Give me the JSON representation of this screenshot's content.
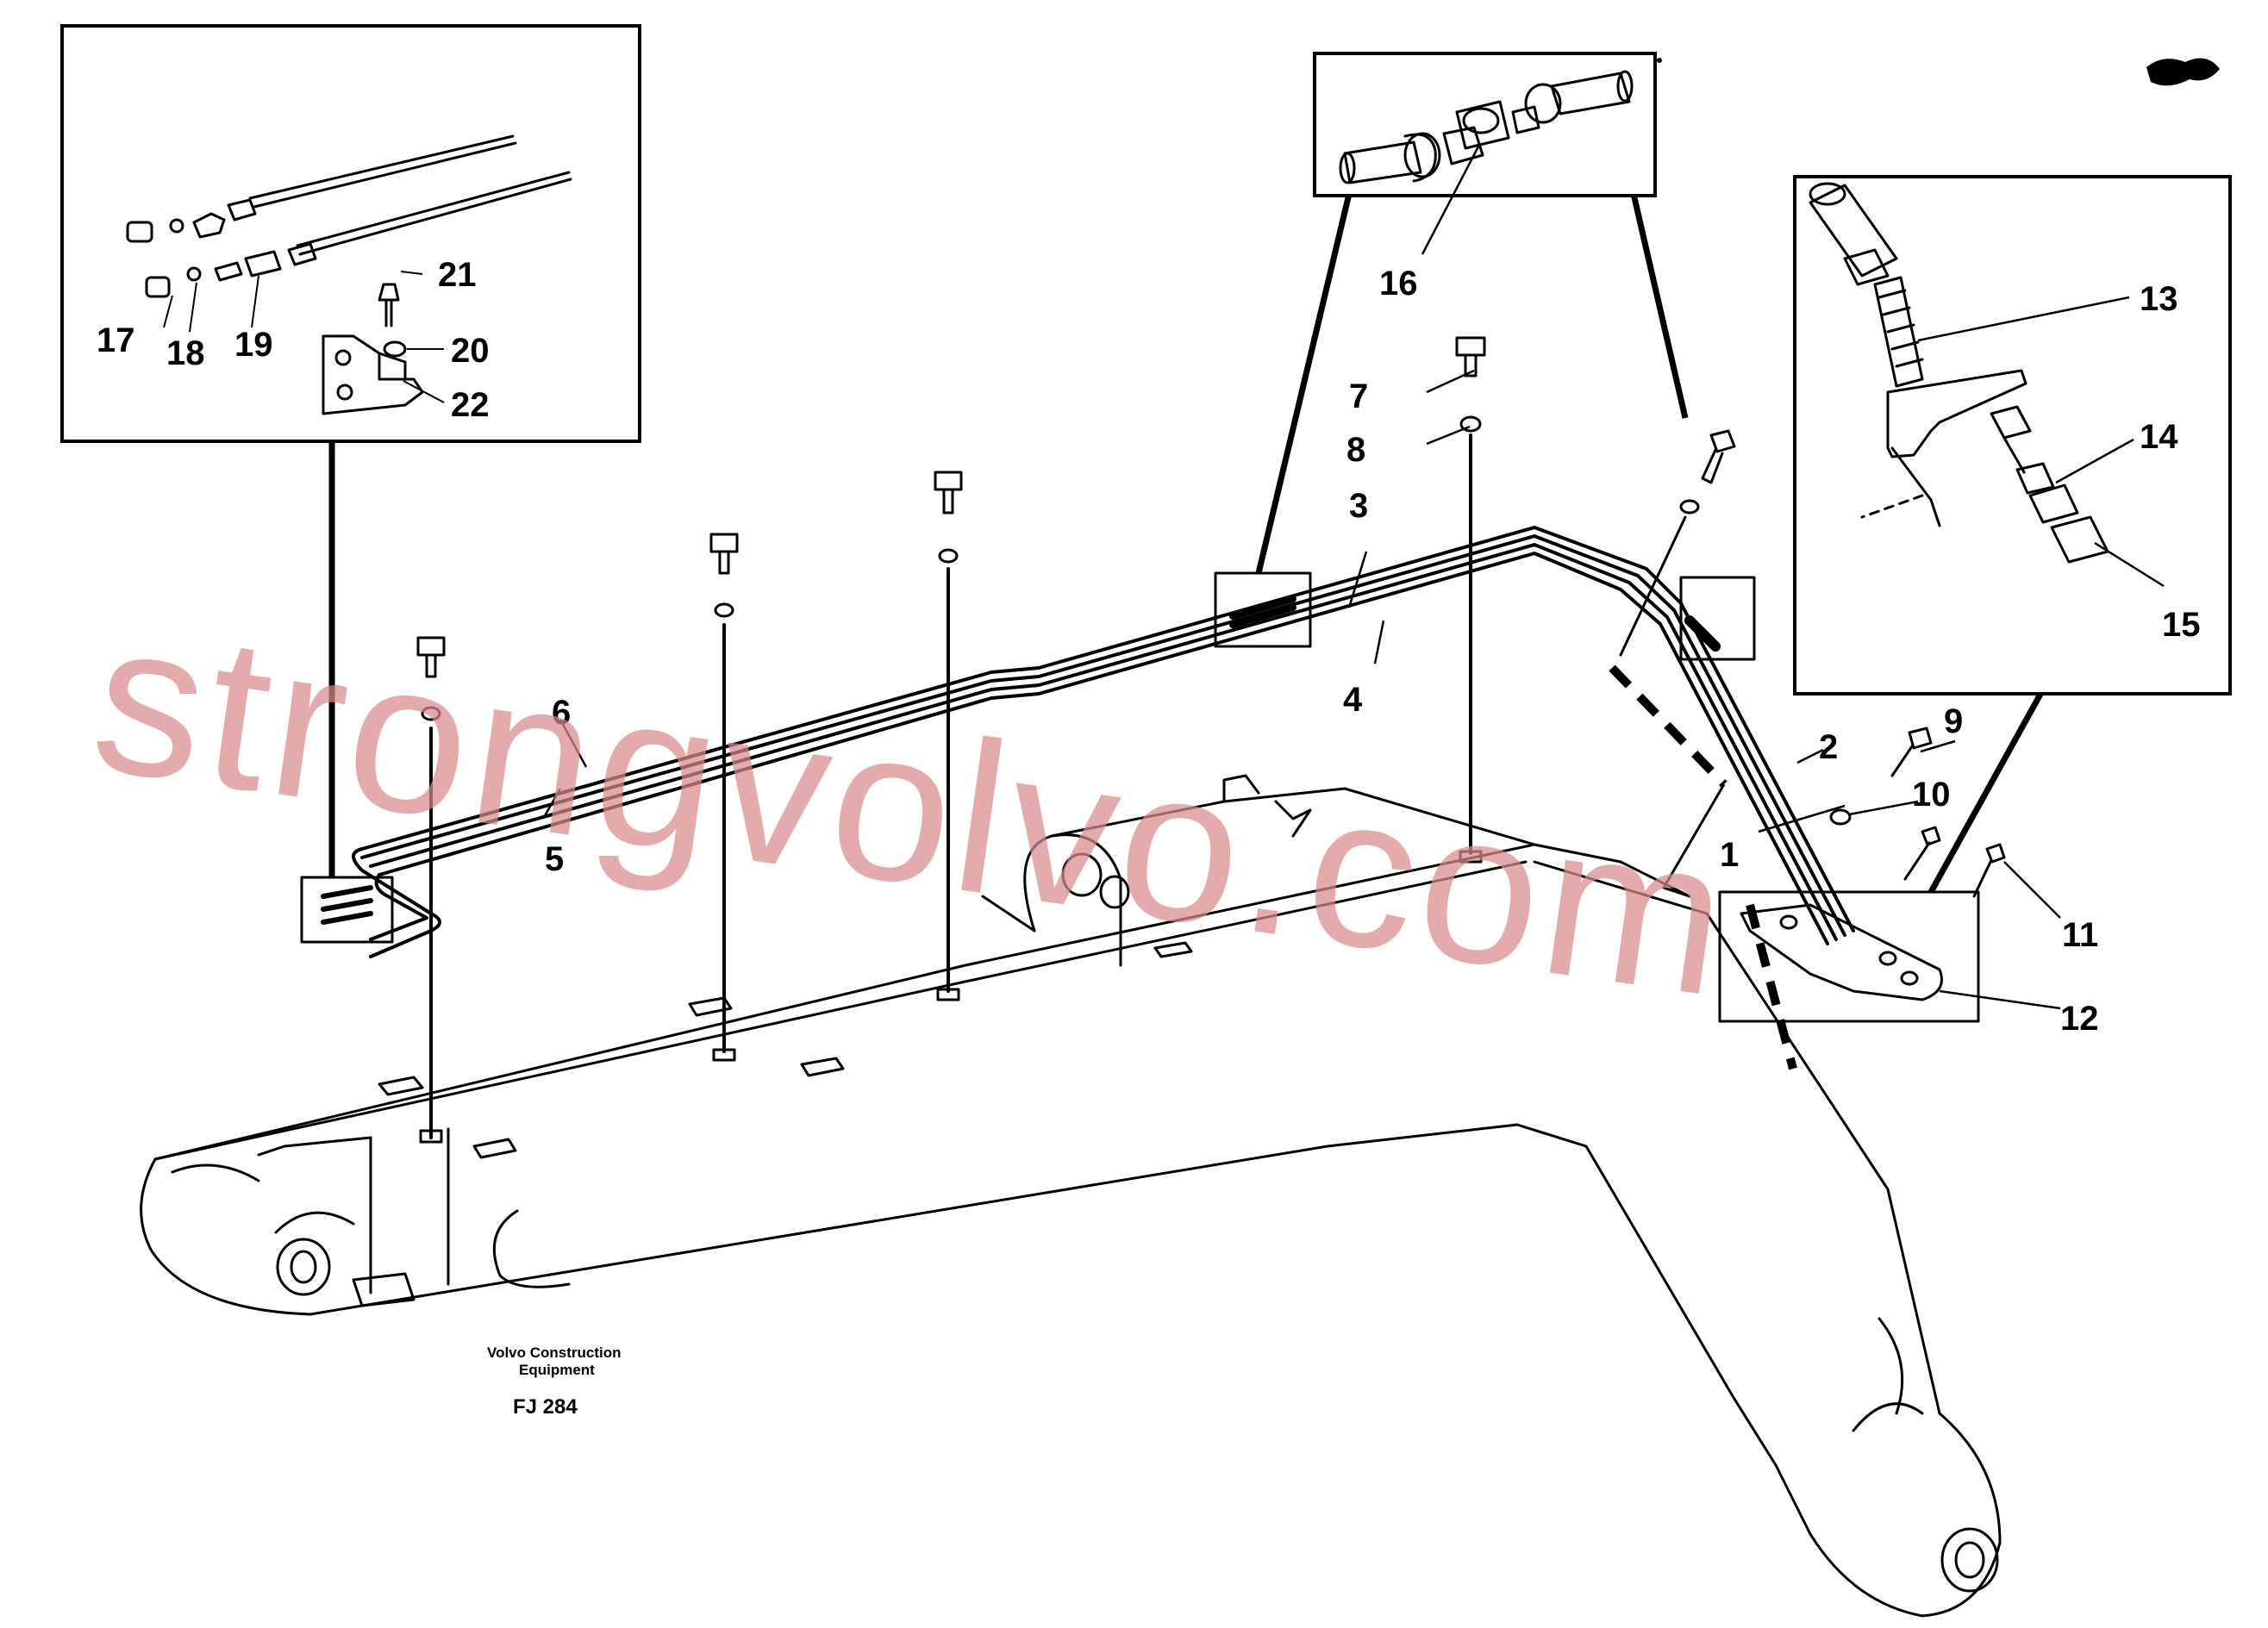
{
  "caption": {
    "line1": "Volvo Construction",
    "line2": "Equipment"
  },
  "figure_id": "FJ 284",
  "watermark": "strongvolvo.com",
  "callouts": [
    "1",
    "2",
    "3",
    "4",
    "5",
    "6",
    "7",
    "8",
    "9",
    "10",
    "11",
    "12",
    "13",
    "14",
    "15",
    "16",
    "17",
    "18",
    "19",
    "20",
    "21",
    "22"
  ],
  "colors": {
    "ink": "#000000",
    "watermark": "#d98b8b",
    "paper": "#ffffff"
  }
}
